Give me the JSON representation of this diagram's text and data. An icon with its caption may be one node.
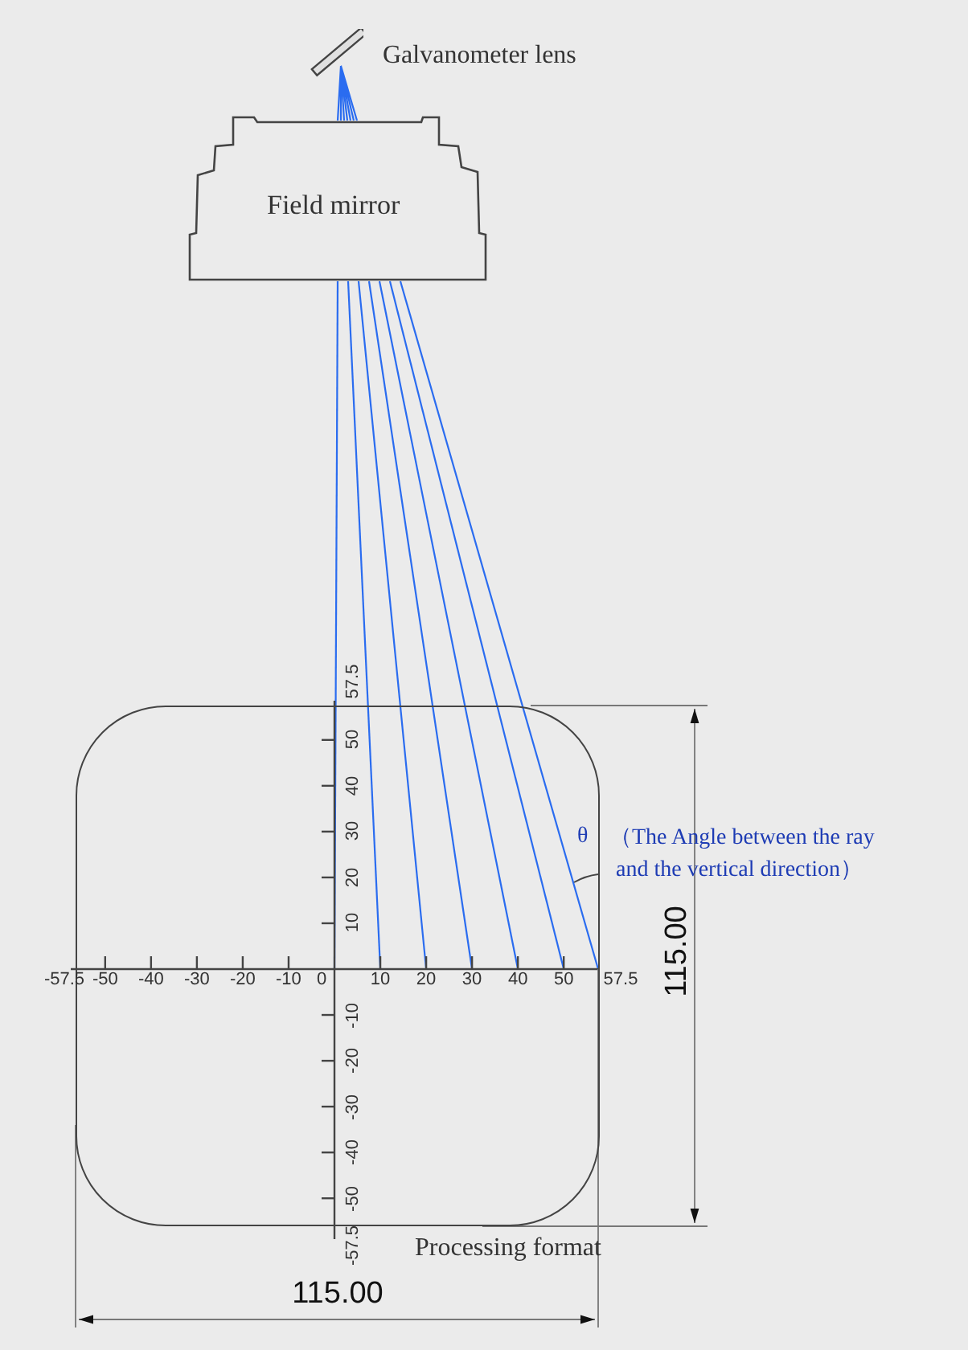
{
  "diagram": {
    "nodes": [
      {
        "text": [
          "Galvanometer lens"
        ]
      },
      {
        "text": [
          "Field mirror"
        ]
      },
      {
        "text": [
          "Processing format"
        ]
      }
    ],
    "edges": [
      {
        "from": 0,
        "to": 1,
        "arrow": "none",
        "color": "#2a6cf0"
      },
      {
        "from": 1,
        "to": 2,
        "arrow": "none",
        "color": "#2a6cf0"
      },
      {
        "from": 1,
        "to": 2,
        "arrow": "none",
        "color": "#2a6cf0"
      },
      {
        "from": 1,
        "to": 2,
        "arrow": "none",
        "color": "#2a6cf0"
      },
      {
        "from": 1,
        "to": 2,
        "arrow": "none",
        "color": "#2a6cf0"
      },
      {
        "from": 1,
        "to": 2,
        "arrow": "none",
        "color": "#2a6cf0"
      },
      {
        "from": 1,
        "to": 2,
        "arrow": "none",
        "color": "#2a6cf0"
      },
      {
        "from": 1,
        "to": 2,
        "arrow": "none",
        "color": "#2a6cf0"
      }
    ],
    "labels": [
      "57.5",
      "50",
      "40",
      "30",
      "20",
      "10",
      "θ",
      "（The Angle between the ray and the vertical direction）",
      "-57.5",
      "-50",
      "-40",
      "-30",
      "-20",
      "-10",
      "0",
      "10",
      "20",
      "30",
      "40",
      "50",
      "57.5",
      "115.00",
      "-10",
      "-20",
      "-30",
      "-40",
      "-50",
      "-57.5",
      "115.00"
    ]
  }
}
